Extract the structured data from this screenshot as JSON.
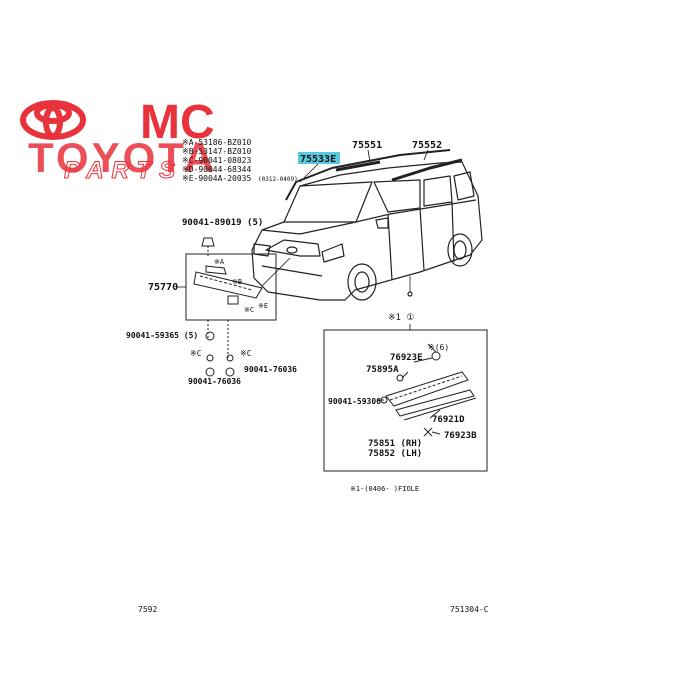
{
  "watermark": {
    "brand_line1": "MC",
    "brand_line2": "TOYOTA",
    "brand_line3": "PARTS",
    "color": "#e8323c"
  },
  "legend_notes": [
    "※A-53186-BZ010",
    "※B-53147-BZ010",
    "※C-90041-08023",
    "※D-90044-68344",
    "※E-9004A-20035"
  ],
  "legend_suffix": "(0312-0409)",
  "parts": {
    "p75533E": "75533E",
    "p75551": "75551",
    "p75552": "75552",
    "p90041_89019": "90041-89019 (5)",
    "p75770": "75770",
    "p90041_59365": "90041-59365 (5)",
    "p90041_76036_a": "90041-76036",
    "p90041_76036_b": "90041-76036",
    "sub_c_left": "※C",
    "sub_c_right": "※C",
    "sub_a_bracket": "※A",
    "sub_b_bracket": "※B",
    "sub_c_bracket": "※C",
    "sub_e_bracket": "※E",
    "mark_a": "※A",
    "mark_b": "※B",
    "box_label": "※1 ①",
    "p76923E_qty": "※(6)",
    "p76923E": "76923E",
    "p75895A": "75895A",
    "p90041_59306": "90041-59306",
    "p76921D": "76921D",
    "p76923B": "76923B",
    "p75851": "75851 (RH)",
    "p75852": "75852 (LH)",
    "footnote": "※1-(0406- )FIOLE",
    "page_left": "7592",
    "page_right": "751304-C"
  },
  "highlight_color": "#59c9e0"
}
